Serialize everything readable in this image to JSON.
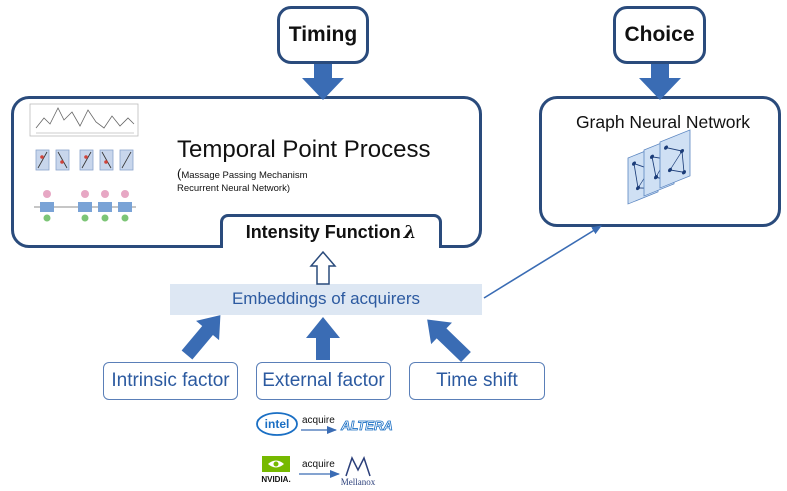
{
  "inputs": {
    "timing": "Timing",
    "choice": "Choice"
  },
  "tpp": {
    "title": "Temporal Point Process",
    "paren_open": "(",
    "subtitle_line1": "Massage Passing Mechanism",
    "subtitle_line2": "Recurrent Neural Network)",
    "intensity_label": "Intensity Function",
    "intensity_symbol": "λ"
  },
  "gnn": {
    "title": "Graph Neural Network"
  },
  "embeddings": {
    "label": "Embeddings of acquirers"
  },
  "factors": {
    "intrinsic": "Intrinsic factor",
    "external": "External factor",
    "time_shift": "Time shift"
  },
  "examples": {
    "pair1": {
      "acquirer": "intel",
      "verb": "acquire",
      "target": "ALTERA"
    },
    "pair2": {
      "acquirer": "NVIDIA.",
      "verb": "acquire",
      "target": "Mellanox"
    }
  },
  "colors": {
    "arrow_blue": "#3a6cb4",
    "box_border": "#2a4b7c",
    "text_blue": "#2c5aa0",
    "embedding_bg": "#dde7f3"
  }
}
